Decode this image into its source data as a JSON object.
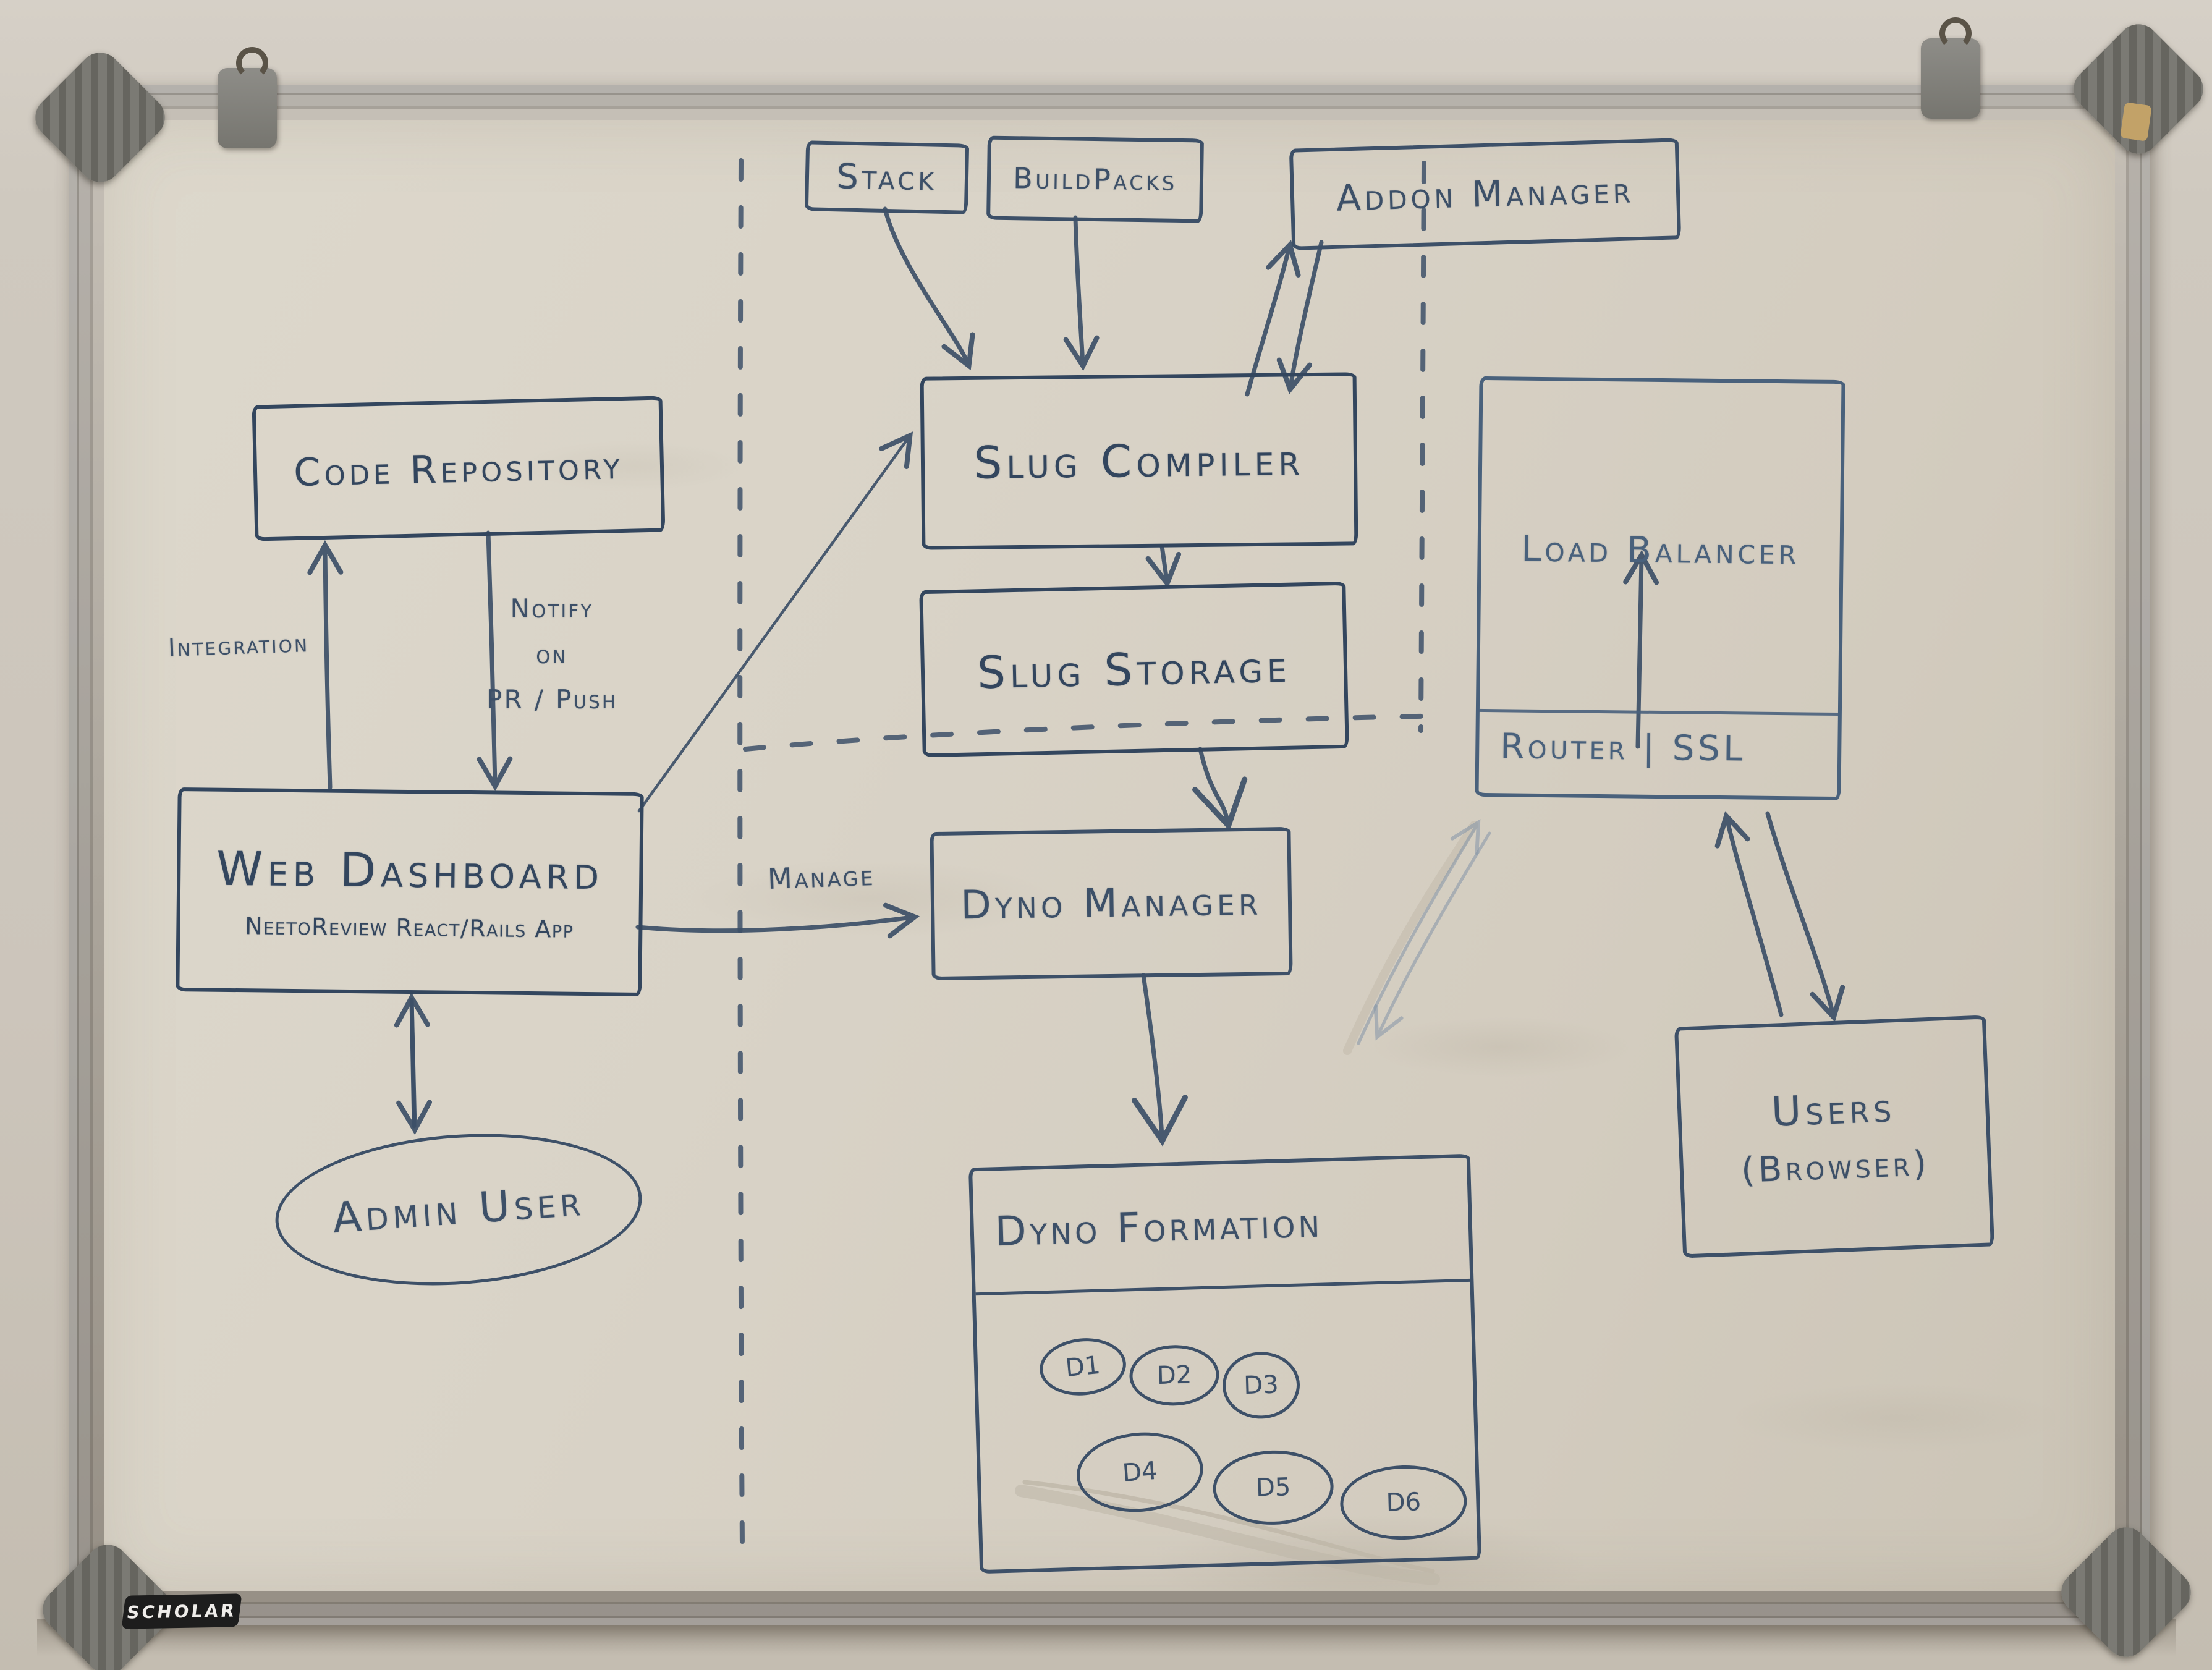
{
  "board": {
    "brand_label": "SCHOLAR"
  },
  "colors": {
    "ink": "#3d5068",
    "board_surface": "#d8d2c6",
    "frame_aluminum": "#aca69c"
  },
  "nodes": {
    "stack": {
      "label": "Stack"
    },
    "buildpacks": {
      "label": "BuildPacks"
    },
    "addon_manager": {
      "label": "Addon Manager"
    },
    "slug_compiler": {
      "label": "Slug Compiler"
    },
    "slug_storage": {
      "label": "Slug Storage"
    },
    "code_repository": {
      "label": "Code Repository"
    },
    "web_dashboard": {
      "label": "Web Dashboard",
      "sublabel": "NeetoReview React/Rails App"
    },
    "admin_user": {
      "label": "Admin User"
    },
    "dyno_manager": {
      "label": "Dyno Manager"
    },
    "dyno_formation": {
      "label": "Dyno Formation",
      "dynos": [
        "D1",
        "D2",
        "D3",
        "D4",
        "D5",
        "D6"
      ]
    },
    "load_balancer": {
      "label": "Load Balancer",
      "sublabel": "Router | SSL"
    },
    "users": {
      "label": "Users",
      "sublabel": "(Browser)"
    }
  },
  "edge_labels": {
    "integration": "Integration",
    "notify_line1": "Notify",
    "notify_line2": "on",
    "notify_line3": "PR / Push",
    "manage": "Manage"
  }
}
